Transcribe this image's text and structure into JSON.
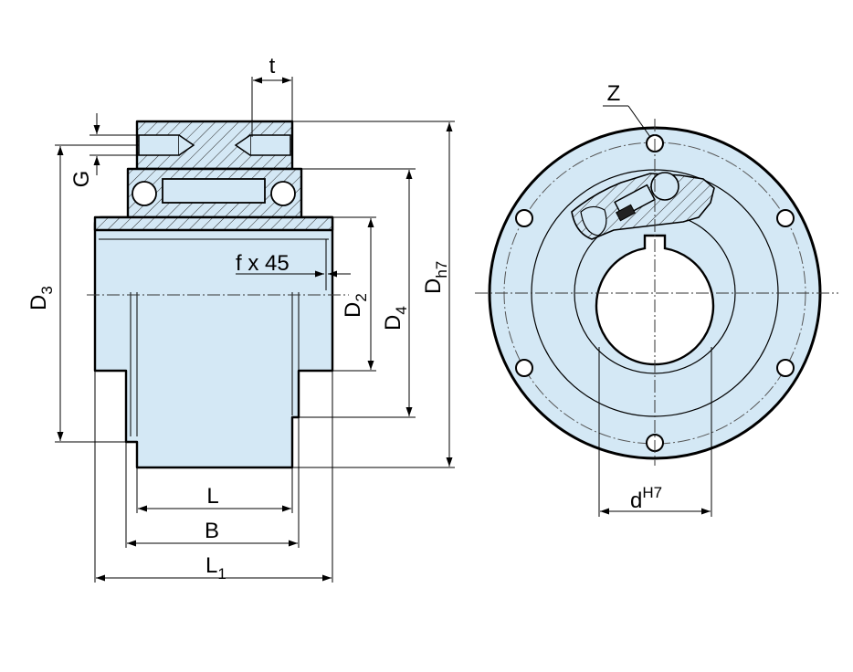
{
  "colors": {
    "body_fill": "#d4e8f5",
    "hatch": "#2a2a2a",
    "line": "#000000",
    "background": "#ffffff"
  },
  "labels": {
    "t": "t",
    "g": "G",
    "d3": "D",
    "d3_sub": "3",
    "f45": "f x 45",
    "d2": "D",
    "d2_sub": "2",
    "d4": "D",
    "d4_sub": "4",
    "dh7": "D",
    "dh7_sub": "h7",
    "l": "L",
    "b": "B",
    "l1": "L",
    "l1_sub": "1",
    "z": "Z",
    "d": "d",
    "d_sup": "H7"
  }
}
